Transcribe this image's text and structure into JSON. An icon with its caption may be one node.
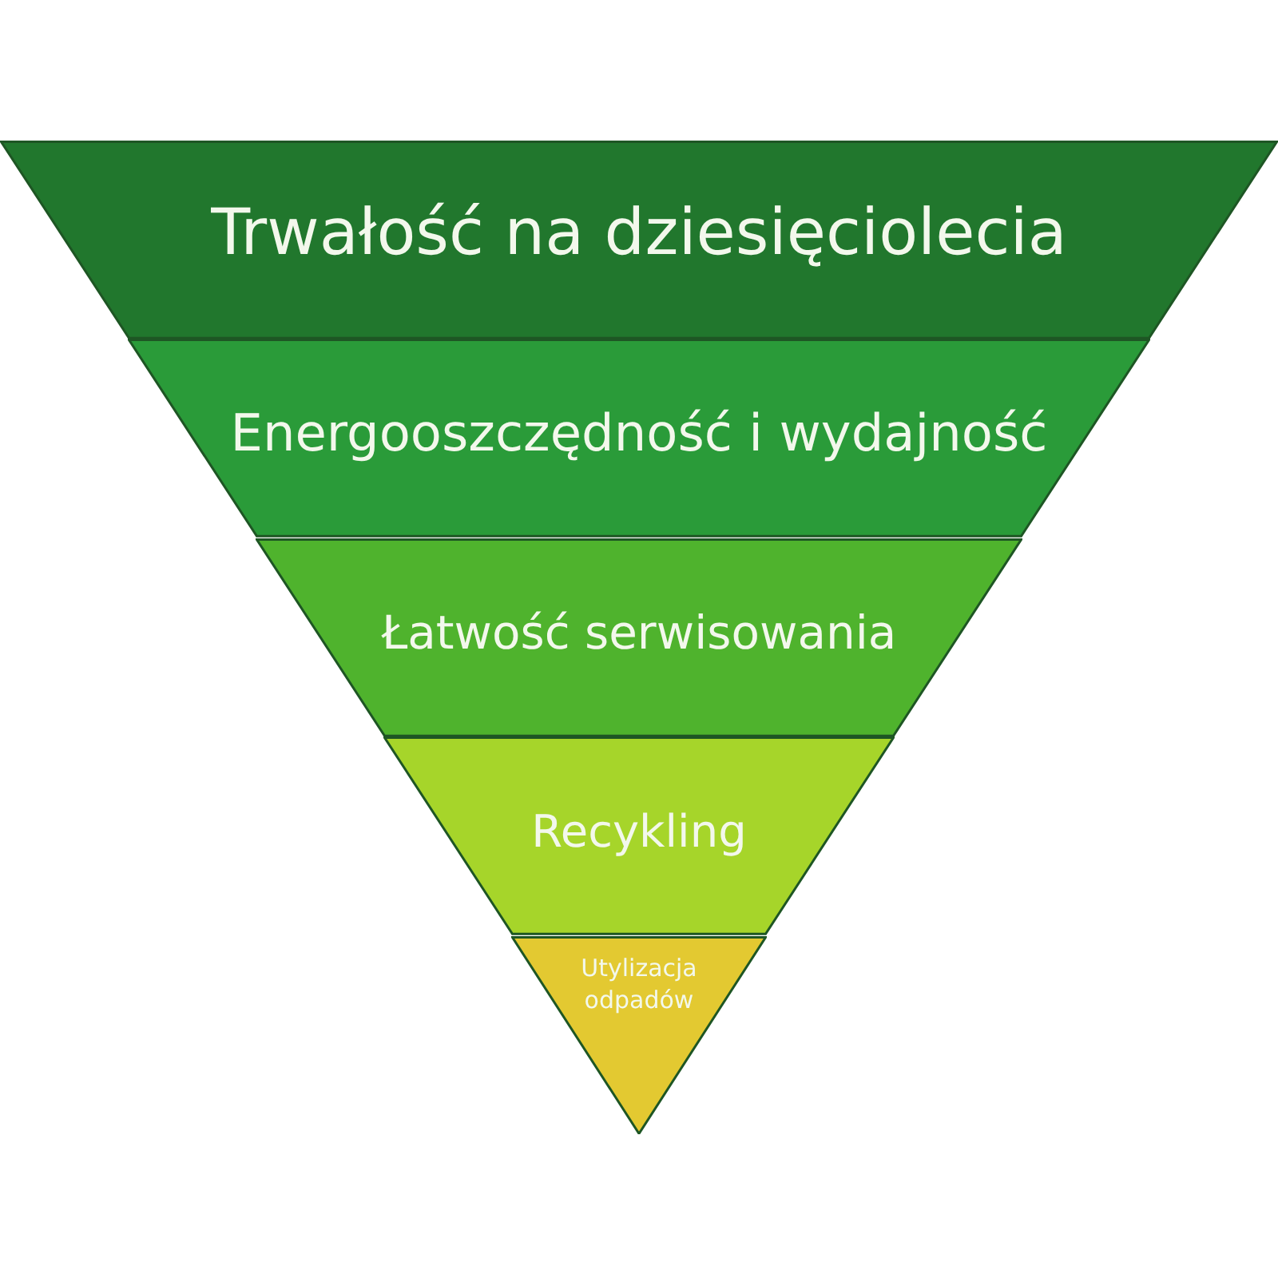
{
  "diagram": {
    "nodes": [
      {
        "text": [
          "Trwałość na dziesięciolecia"
        ]
      },
      {
        "text": [
          "Energooszczędność i wydajność"
        ]
      },
      {
        "text": [
          "Łatwość serwisowania"
        ]
      },
      {
        "text": [
          "Recykling"
        ]
      },
      {
        "text": [
          "Utylizacja odpadów"
        ]
      }
    ]
  }
}
